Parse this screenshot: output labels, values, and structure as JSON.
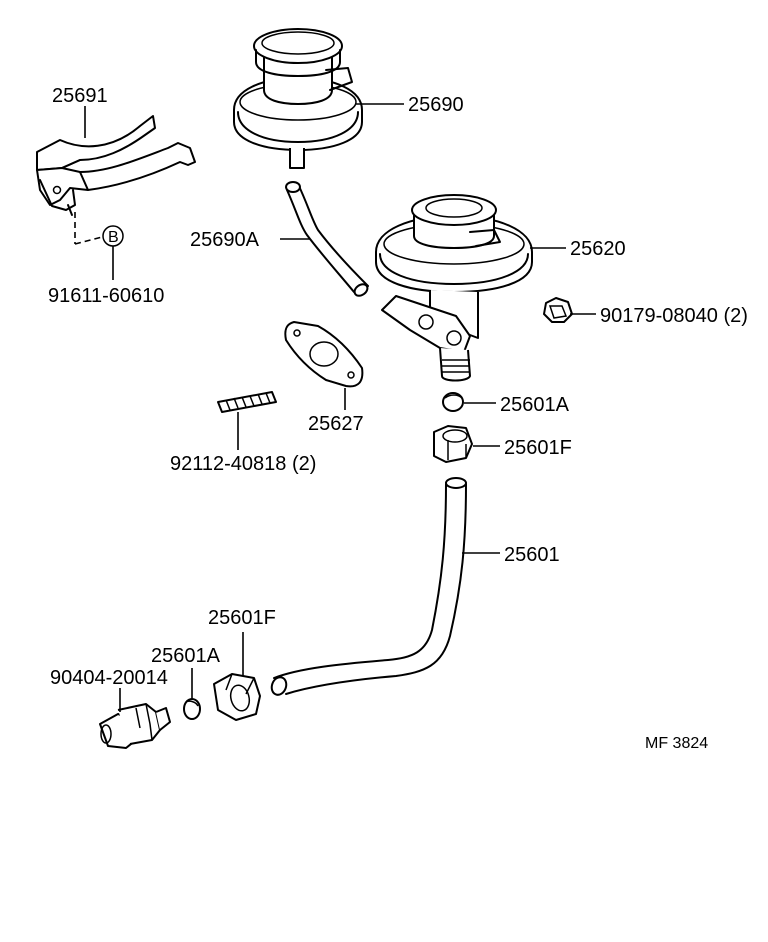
{
  "diagram": {
    "ref_code": "MF 3824",
    "callouts": {
      "bracket": "25691",
      "bolt_symbol": "B",
      "bolt": "91611-60610",
      "upper_modulator": "25690",
      "upper_hose": "25690A",
      "egr_valve": "25620",
      "union_nut": "90179-08040 (2)",
      "gasket": "25627",
      "stud": "92112-40818 (2)",
      "upper_sleeve": "25601A",
      "upper_nut": "25601F",
      "pipe": "25601",
      "lower_nut": "25601F",
      "lower_sleeve": "25601A",
      "union_fitting": "90404-20014"
    }
  }
}
